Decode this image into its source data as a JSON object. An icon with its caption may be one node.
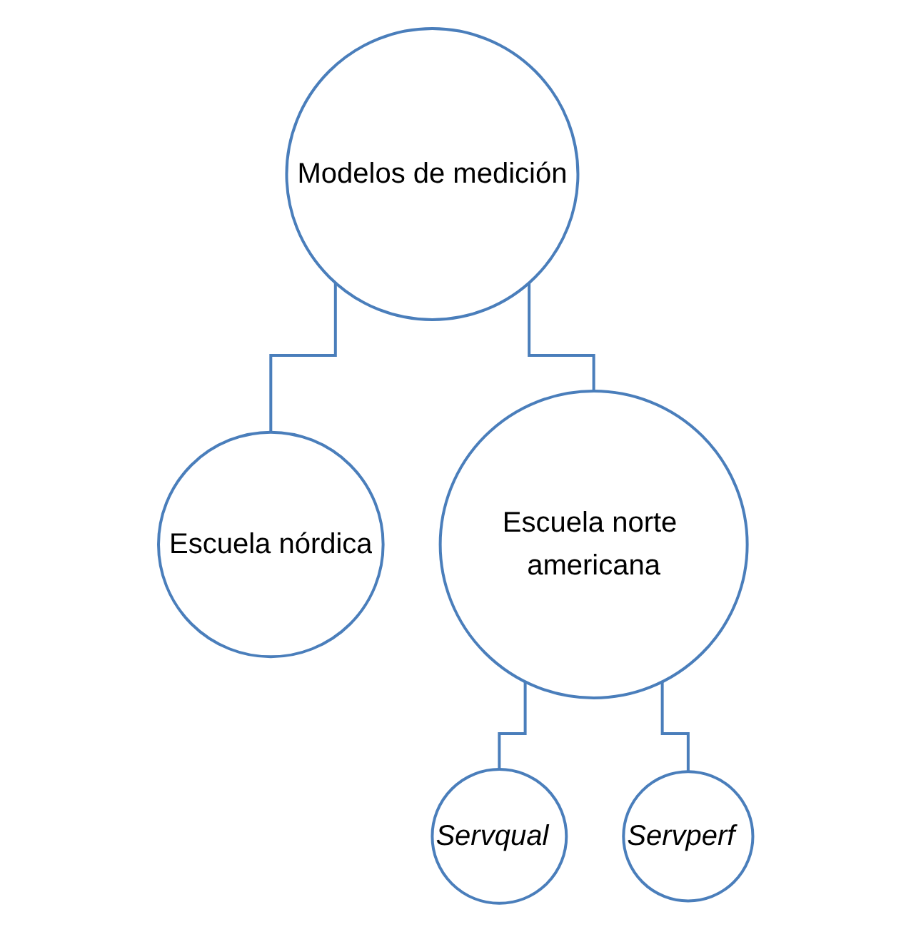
{
  "diagram": {
    "nodes": [
      {
        "text": [
          "Modelos de medición"
        ]
      },
      {
        "text": [
          "Escuela nórdica"
        ]
      },
      {
        "text": [
          "Escuela norte americana"
        ]
      },
      {
        "text": [
          "Servqual"
        ]
      },
      {
        "text": [
          "Servperf"
        ]
      }
    ],
    "edges": [
      {
        "from": 0,
        "to": 1,
        "arrow": "none"
      },
      {
        "from": 0,
        "to": 2,
        "arrow": "none"
      },
      {
        "from": 2,
        "to": 3,
        "arrow": "none"
      },
      {
        "from": 2,
        "to": 4,
        "arrow": "none"
      }
    ]
  }
}
